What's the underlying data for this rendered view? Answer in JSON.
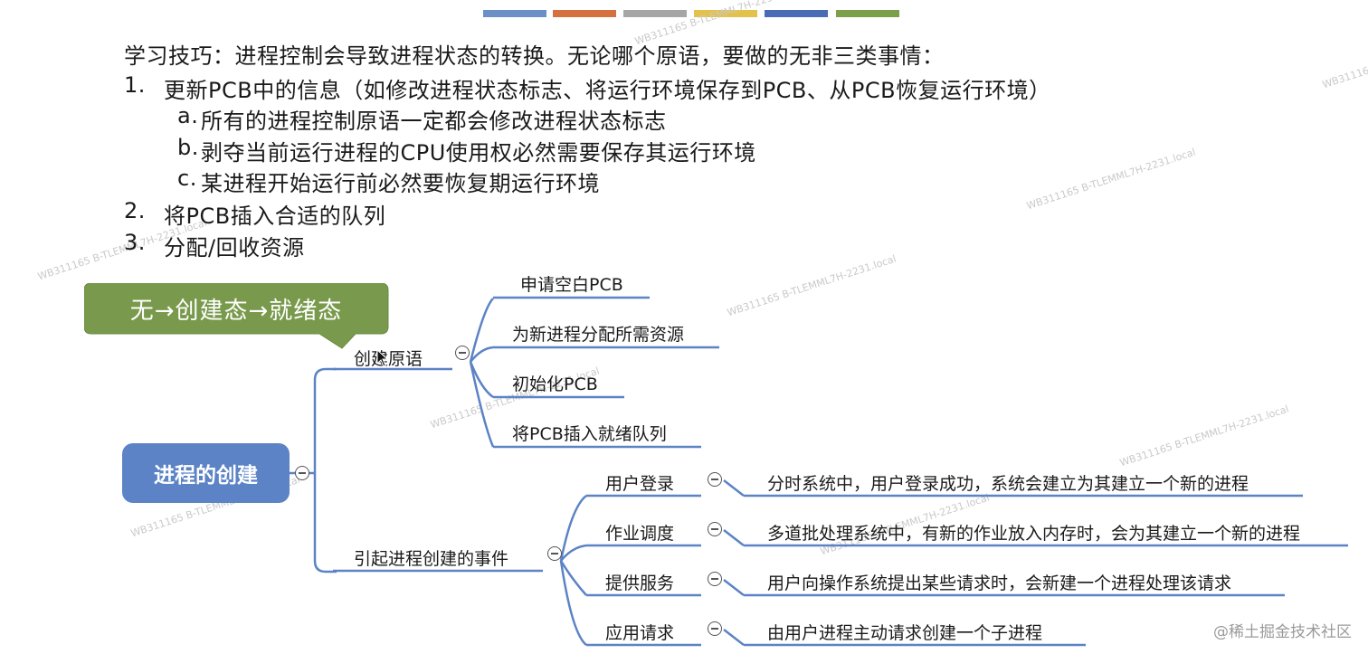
{
  "header_colors": [
    "#6b8fc6",
    "#d5713f",
    "#a6a6a6",
    "#e3c24b",
    "#4a6bb5",
    "#7aa04a"
  ],
  "tips": {
    "intro": "学习技巧：进程控制会导致进程状态的转换。无论哪个原语，要做的无非三类事情：",
    "item1_num": "1.",
    "item1": "更新PCB中的信息（如修改进程状态标志、将运行环境保存到PCB、从PCB恢复运行环境）",
    "sub_a_num": "a.",
    "sub_a": "所有的进程控制原语一定都会修改进程状态标志",
    "sub_b_num": "b.",
    "sub_b": "剥夺当前运行进程的CPU使用权必然需要保存其运行环境",
    "sub_c_num": "c.",
    "sub_c": "某进程开始运行前必然要恢复期运行环境",
    "item2_num": "2.",
    "item2": "将PCB插入合适的队列",
    "item3_num": "3.",
    "item3": "分配/回收资源"
  },
  "callout": {
    "text": "无→创建态→就绪态",
    "color": "#799a4c"
  },
  "mindmap": {
    "root": "进程的创建",
    "root_color": "#5b83c5",
    "branch1": {
      "label": "创建原语",
      "children": [
        "申请空白PCB",
        "为新进程分配所需资源",
        "初始化PCB",
        "将PCB插入就绪队列"
      ]
    },
    "branch2": {
      "label": "引起进程创建的事件",
      "children": [
        {
          "label": "用户登录",
          "detail": "分时系统中，用户登录成功，系统会建立为其建立一个新的进程"
        },
        {
          "label": "作业调度",
          "detail": "多道批处理系统中，有新的作业放入内存时，会为其建立一个新的进程"
        },
        {
          "label": "提供服务",
          "detail": "用户向操作系统提出某些请求时，会新建一个进程处理该请求"
        },
        {
          "label": "应用请求",
          "detail": "由用户进程主动请求创建一个子进程"
        }
      ]
    },
    "line_color": "#5b83c5"
  },
  "watermark": {
    "text": "WB311165 B-TLEMML7H-2231.local",
    "site": "@稀土掘金技术社区"
  }
}
